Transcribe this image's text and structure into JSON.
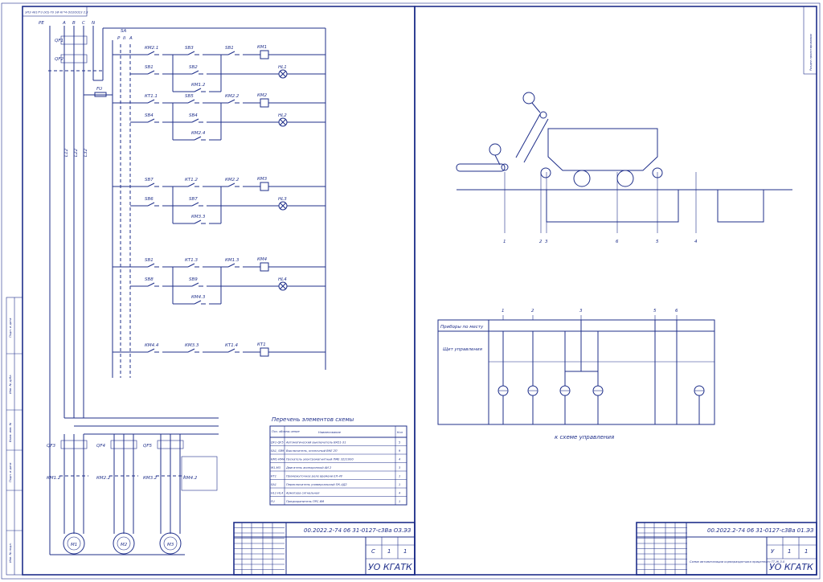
{
  "sheet1": {
    "top_stamp": "ЭПЗ 4817*3 (У2)-Т0 1Ф Кг*4 ОО2ОО23 2.З",
    "phases": [
      "PE",
      "A",
      "B",
      "C",
      "N"
    ],
    "switch_label": "SA",
    "switch_positions": [
      "Р",
      "II",
      "А"
    ],
    "breakers_top": [
      "QF1",
      "QF2"
    ],
    "fuse": "FU",
    "bus_labels": [
      "L12",
      "L22",
      "L32"
    ],
    "rungs": [
      {
        "contacts": [
          "КМ2.1",
          "SB3",
          "SB1"
        ],
        "coil": "КМ1",
        "branch": [
          "SB1",
          "SB2",
          "КМ1.2"
        ],
        "lamp": "HL1"
      },
      {
        "contacts": [
          "КТ1.1",
          "SB5",
          "КМ2.2"
        ],
        "coil": "КМ2",
        "branch": [
          "SB4",
          "SB4",
          "КМ2.4"
        ],
        "lamp": "HL2"
      },
      {
        "contacts": [
          "SB7",
          "КТ1.2",
          "КМ2.2"
        ],
        "coil": "КМ3",
        "branch": [
          "SB6",
          "SB7",
          "КМ3.3"
        ],
        "lamp": "HL3"
      },
      {
        "contacts": [
          "SB1",
          "КТ1.3",
          "КМ1.3"
        ],
        "coil": "КМ4",
        "branch": [
          "SB8",
          "SB9",
          "КМ4.3"
        ],
        "lamp": "HL4"
      },
      {
        "contacts": [
          "КМ4.4",
          "КМ3.3",
          "КТ1.4"
        ],
        "coil": "КТ1",
        "branch": [],
        "lamp": ""
      }
    ],
    "motor_breakers": [
      "QF3",
      "QF4",
      "QF5"
    ],
    "motor_contactors": [
      "КМ1.2",
      "КМ2.2",
      "КМ3.2",
      "КМ4.2"
    ],
    "motors": [
      "M1",
      "M2",
      "M3"
    ],
    "legend": {
      "title": "Перечень элементов схемы",
      "headers": [
        "Поз. обозна-чение",
        "Наименование",
        "Кол"
      ],
      "rows": [
        [
          "QF1-QF5",
          "Автоматический выключатель ВА51-31",
          "5"
        ],
        [
          "SA1, SB9",
          "Выключатель, кнопочный ВКЕ 2П",
          "9"
        ],
        [
          "КМ1-КМ4",
          "Пускатель электромагнитный ПМЕ 3221000",
          "4"
        ],
        [
          "М1-М3",
          "Двигатель асинхронный АИ 2",
          "3"
        ],
        [
          "КТ1",
          "Промежуточное реле времени ЕЛ-4У",
          "1"
        ],
        [
          "SA1",
          "Переключатель универсальный ПК-4Д2",
          "1"
        ],
        [
          "HL1-HL4",
          "Арматура сигнальная",
          "4"
        ],
        [
          "FU",
          "Предохранитель ПРС-6М",
          "1"
        ]
      ]
    },
    "title_block": {
      "code": "00.2022.2-74 06 31-0127-с3Ва ОЗ.ЭЗ",
      "stage": "С",
      "sheet": "1",
      "sheets": "1",
      "org": "УО КГАТК"
    }
  },
  "sheet2": {
    "top_note": "Раздел проектирования",
    "item_numbers": [
      "1",
      "2",
      "3",
      "6",
      "5",
      "4"
    ],
    "upper_item_numbers": [
      "1",
      "2",
      "3",
      "5",
      "6"
    ],
    "rows": [
      "Приборы по месту",
      "Щит управления"
    ],
    "bottom_note": "к схеме управления",
    "title_block": {
      "code": "00.2022.2-74 06 31-0127-с3Ва 01.ЭЗ",
      "title": "Схема автоматизации кормораздатчика прицепного ТТ-Ж-3.0",
      "stage": "У",
      "sheet": "1",
      "sheets": "1",
      "org": "УО КГАТК"
    }
  },
  "side_labels": [
    "Подп. и дата",
    "Инв. № дубл.",
    "Взам. инв. №",
    "Подп. и дата",
    "Инв. № подл."
  ]
}
